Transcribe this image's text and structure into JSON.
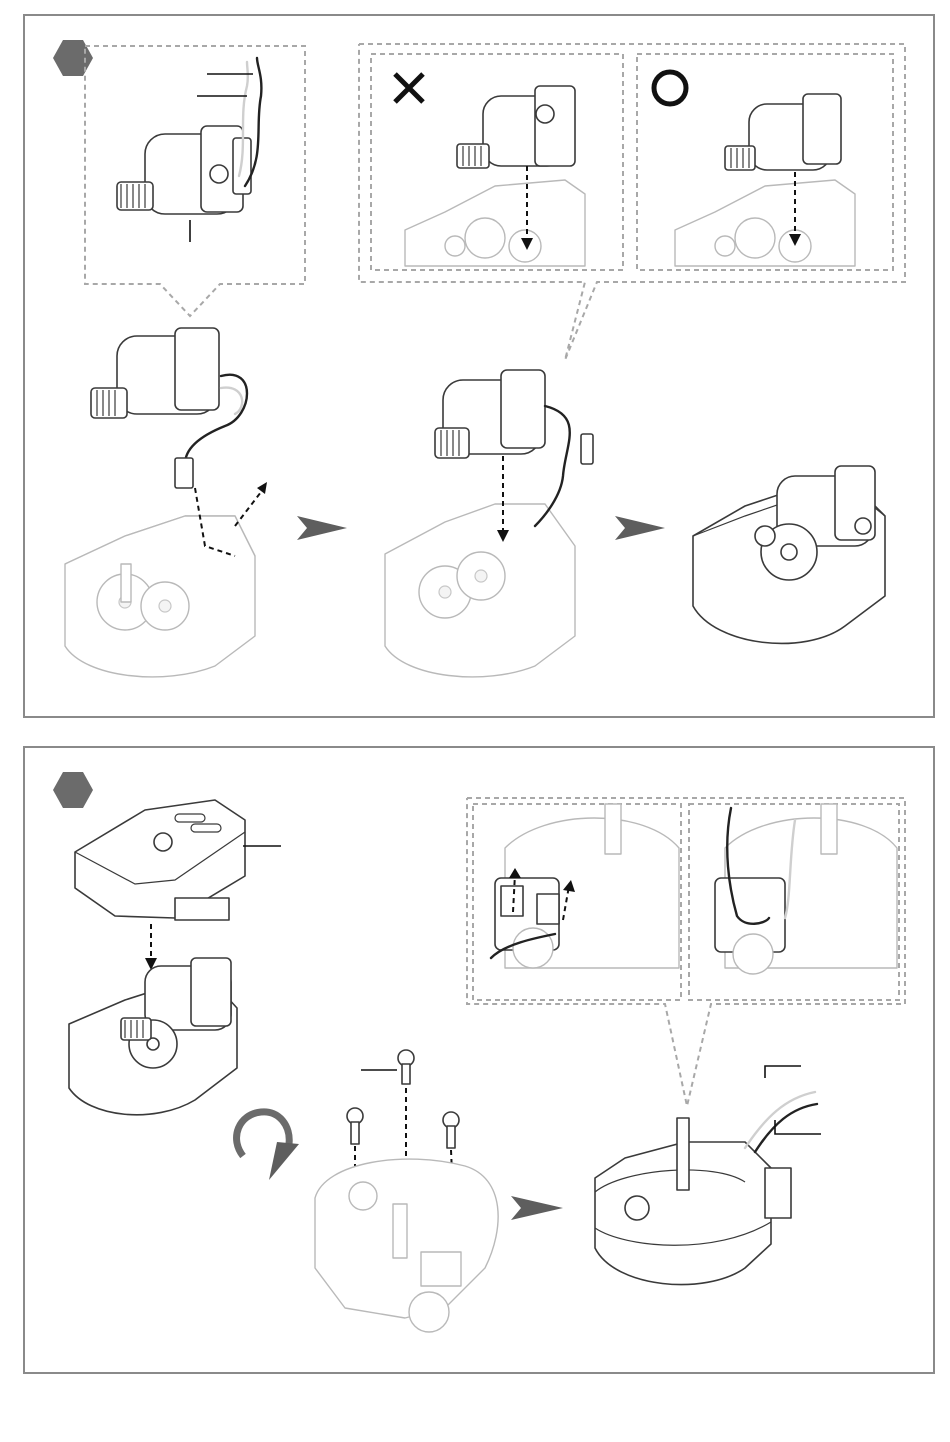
{
  "steps": [
    {
      "id": "step-a",
      "badge_color": "#6b6b6b",
      "callouts": {
        "wrong_symbol": "X",
        "correct_symbol": "O"
      }
    },
    {
      "id": "step-b",
      "badge_color": "#6b6b6b",
      "rotate_symbol": "rotate-icon"
    }
  ],
  "colors": {
    "frame": "#8a8a8a",
    "callout_dash": "#a8a8a8",
    "arrow": "#5e5e5e",
    "wire_black": "#222222",
    "wire_white": "#cfcfcf"
  }
}
